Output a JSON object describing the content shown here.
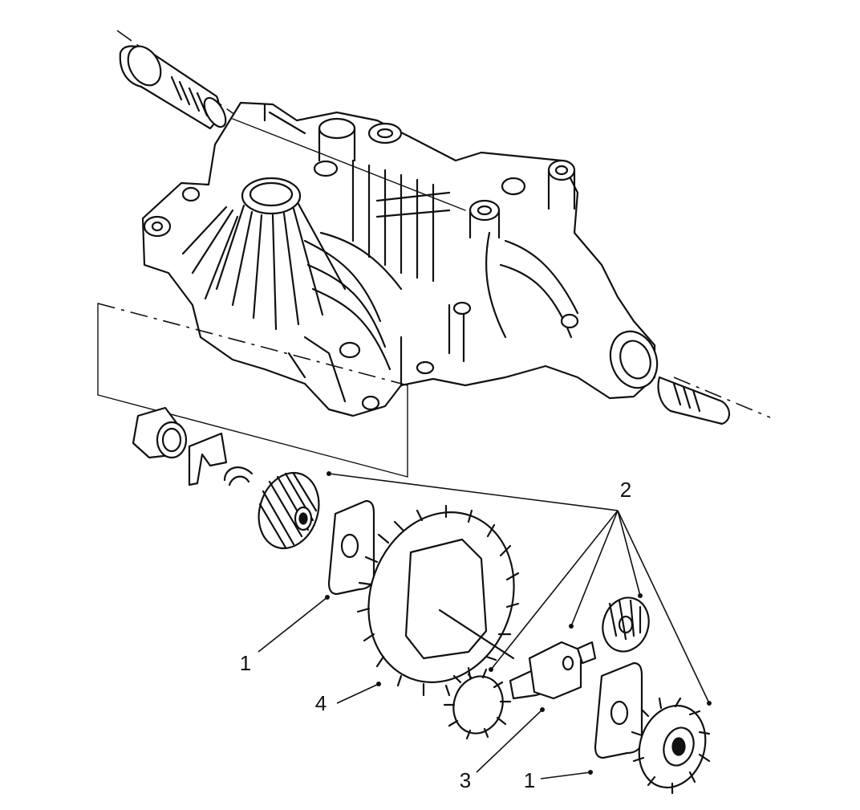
{
  "callouts": [
    {
      "id": "c1a",
      "label": "1"
    },
    {
      "id": "c1b",
      "label": "1"
    },
    {
      "id": "c2",
      "label": "2"
    },
    {
      "id": "c3",
      "label": "3"
    },
    {
      "id": "c4",
      "label": "4"
    }
  ],
  "colors": {
    "ink": "#111111",
    "paper": "#ffffff"
  }
}
